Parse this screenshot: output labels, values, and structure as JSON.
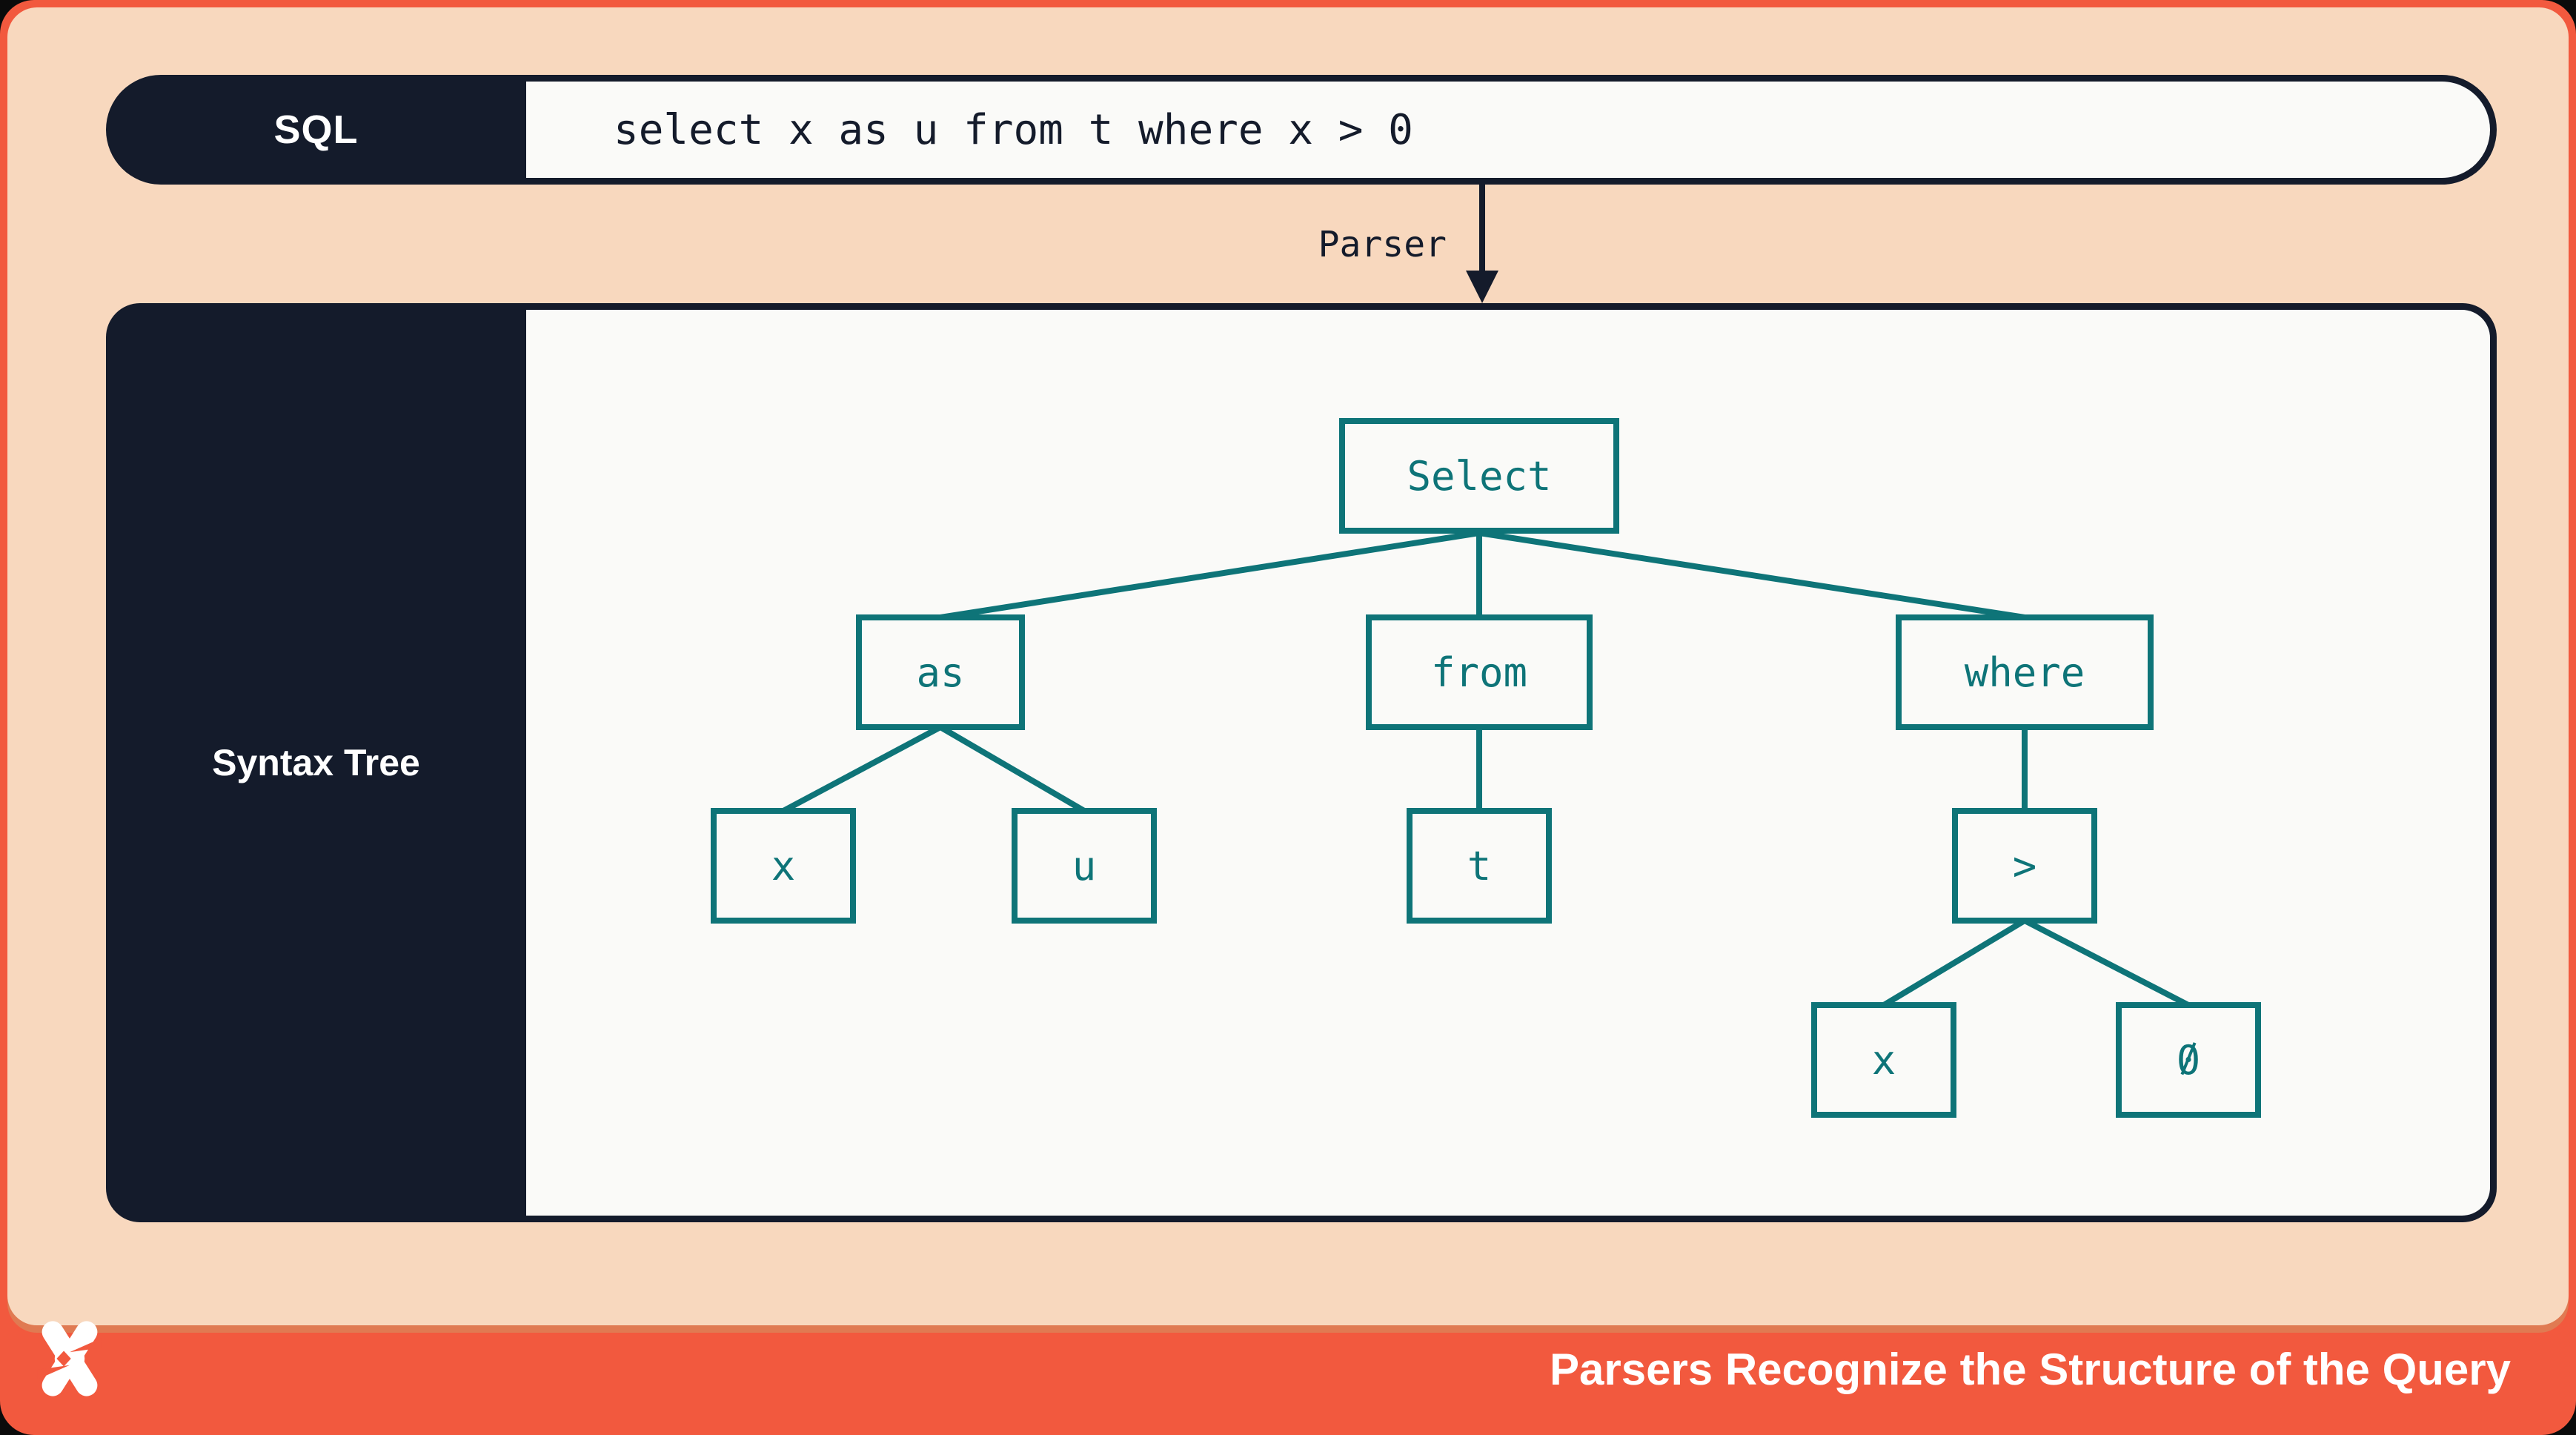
{
  "slide": {
    "sql_bar": {
      "label": "SQL",
      "query": "select x as u from t where x > 0"
    },
    "parser": {
      "label": "Parser"
    },
    "syntax_tree": {
      "panel_label": "Syntax Tree",
      "nodes": {
        "select": "Select",
        "as": "as",
        "from": "from",
        "where": "where",
        "x1": "x",
        "u": "u",
        "t": "t",
        "gt": ">",
        "x2": "x",
        "zero": "0"
      },
      "edges": [
        [
          "select",
          "as"
        ],
        [
          "select",
          "from"
        ],
        [
          "select",
          "where"
        ],
        [
          "as",
          "x1"
        ],
        [
          "as",
          "u"
        ],
        [
          "from",
          "t"
        ],
        [
          "where",
          "gt"
        ],
        [
          "gt",
          "x2"
        ],
        [
          "gt",
          "zero"
        ]
      ]
    },
    "footer": {
      "caption": "Parsers Recognize the Structure of the Query",
      "logo": "dolt-pinwheel-logo"
    },
    "palette": {
      "coral": "#F2593E",
      "coral_shadow": "#E07A52",
      "peach": "#F8D8BE",
      "navy": "#141B2B",
      "teal": "#0E7478",
      "paper": "#FAFAF8",
      "white": "#FFFFFF"
    }
  }
}
